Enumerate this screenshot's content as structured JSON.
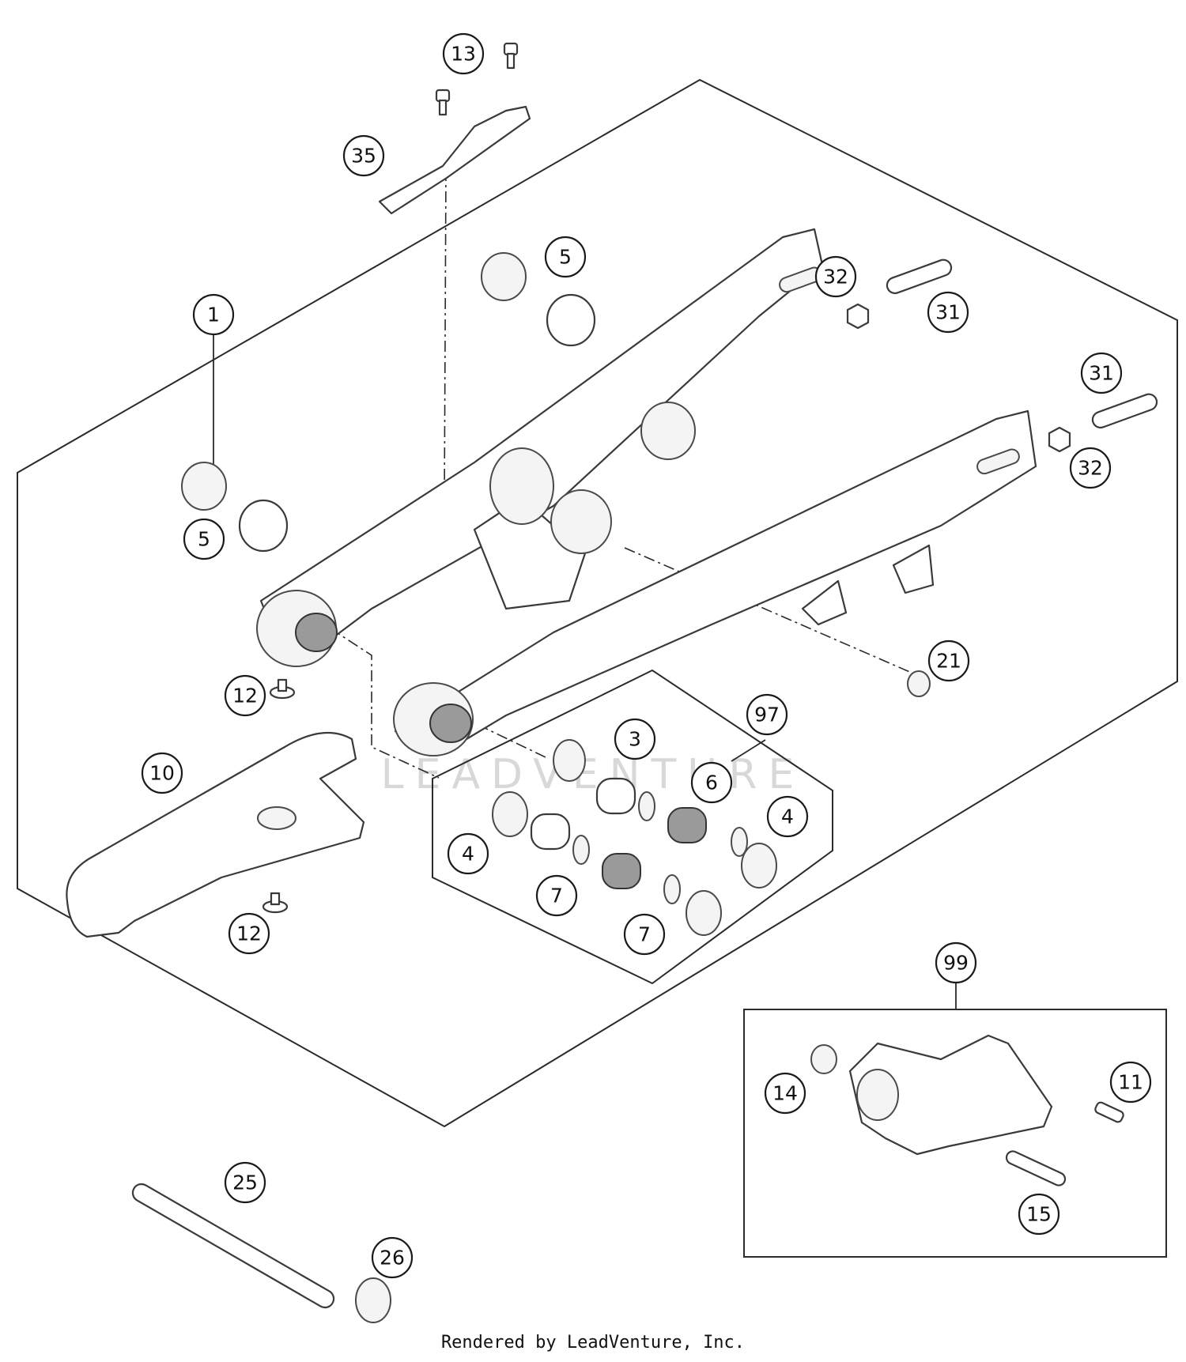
{
  "watermark": "LEADVENTURE",
  "footer": "Rendered by LeadVenture, Inc.",
  "callouts": [
    "13",
    "35",
    "5",
    "1",
    "32",
    "31",
    "31",
    "32",
    "5",
    "21",
    "12",
    "97",
    "3",
    "10",
    "6",
    "4",
    "4",
    "7",
    "12",
    "7",
    "99",
    "14",
    "11",
    "15",
    "25",
    "26"
  ]
}
